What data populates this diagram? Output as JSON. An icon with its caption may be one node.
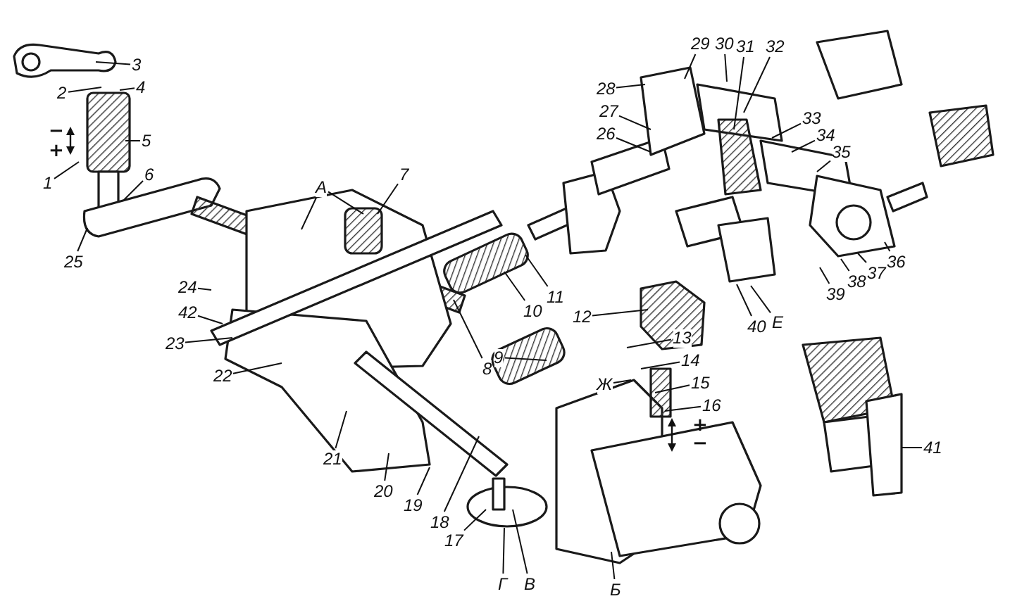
{
  "diagram": {
    "nodes": [
      {
        "text": [
          "1"
        ]
      },
      {
        "text": [
          "2"
        ]
      },
      {
        "text": [
          "3"
        ]
      },
      {
        "text": [
          "4"
        ]
      },
      {
        "text": [
          "5"
        ]
      },
      {
        "text": [
          "6"
        ]
      },
      {
        "text": [
          "7"
        ]
      },
      {
        "text": [
          "8"
        ]
      },
      {
        "text": [
          "9"
        ]
      },
      {
        "text": [
          "10"
        ]
      },
      {
        "text": [
          "11"
        ]
      },
      {
        "text": [
          "12"
        ]
      },
      {
        "text": [
          "13"
        ]
      },
      {
        "text": [
          "14"
        ]
      },
      {
        "text": [
          "15"
        ]
      },
      {
        "text": [
          "16"
        ]
      },
      {
        "text": [
          "17"
        ]
      },
      {
        "text": [
          "18"
        ]
      },
      {
        "text": [
          "19"
        ]
      },
      {
        "text": [
          "20"
        ]
      },
      {
        "text": [
          "21"
        ]
      },
      {
        "text": [
          "22"
        ]
      },
      {
        "text": [
          "23"
        ]
      },
      {
        "text": [
          "24"
        ]
      },
      {
        "text": [
          "25"
        ]
      },
      {
        "text": [
          "26"
        ]
      },
      {
        "text": [
          "27"
        ]
      },
      {
        "text": [
          "28"
        ]
      },
      {
        "text": [
          "29"
        ]
      },
      {
        "text": [
          "30"
        ]
      },
      {
        "text": [
          "31"
        ]
      },
      {
        "text": [
          "32"
        ]
      },
      {
        "text": [
          "33"
        ]
      },
      {
        "text": [
          "34"
        ]
      },
      {
        "text": [
          "35"
        ]
      },
      {
        "text": [
          "36"
        ]
      },
      {
        "text": [
          "37"
        ]
      },
      {
        "text": [
          "38"
        ]
      },
      {
        "text": [
          "39"
        ]
      },
      {
        "text": [
          "40"
        ]
      },
      {
        "text": [
          "41"
        ]
      },
      {
        "text": [
          "42"
        ]
      },
      {
        "text": [
          "А"
        ]
      },
      {
        "text": [
          "Б"
        ]
      },
      {
        "text": [
          "В"
        ]
      },
      {
        "text": [
          "Г"
        ]
      },
      {
        "text": [
          "Е"
        ]
      },
      {
        "text": [
          "Ж"
        ]
      }
    ],
    "edges": [
      {
        "from": 0,
        "to": null,
        "arrow": "none"
      },
      {
        "from": 1,
        "to": null,
        "arrow": "none"
      },
      {
        "from": 2,
        "to": null,
        "arrow": "none"
      },
      {
        "from": 3,
        "to": null,
        "arrow": "none"
      },
      {
        "from": 4,
        "to": null,
        "arrow": "none"
      },
      {
        "from": 5,
        "to": null,
        "arrow": "none"
      },
      {
        "from": 6,
        "to": null,
        "arrow": "none"
      },
      {
        "from": 7,
        "to": null,
        "arrow": "none"
      },
      {
        "from": 8,
        "to": null,
        "arrow": "none"
      },
      {
        "from": 9,
        "to": null,
        "arrow": "none"
      },
      {
        "from": 10,
        "to": null,
        "arrow": "none"
      },
      {
        "from": 11,
        "to": null,
        "arrow": "none"
      },
      {
        "from": 12,
        "to": null,
        "arrow": "none"
      },
      {
        "from": 13,
        "to": null,
        "arrow": "none"
      },
      {
        "from": 14,
        "to": null,
        "arrow": "none"
      },
      {
        "from": 15,
        "to": null,
        "arrow": "none"
      },
      {
        "from": 16,
        "to": null,
        "arrow": "none"
      },
      {
        "from": 17,
        "to": null,
        "arrow": "none"
      },
      {
        "from": 18,
        "to": null,
        "arrow": "none"
      },
      {
        "from": 19,
        "to": null,
        "arrow": "none"
      },
      {
        "from": 20,
        "to": null,
        "arrow": "none"
      },
      {
        "from": 21,
        "to": null,
        "arrow": "none"
      },
      {
        "from": 22,
        "to": null,
        "arrow": "none"
      },
      {
        "from": 23,
        "to": null,
        "arrow": "none"
      },
      {
        "from": 24,
        "to": null,
        "arrow": "none"
      },
      {
        "from": 25,
        "to": null,
        "arrow": "none"
      },
      {
        "from": 26,
        "to": null,
        "arrow": "none"
      },
      {
        "from": 27,
        "to": null,
        "arrow": "none"
      },
      {
        "from": 28,
        "to": null,
        "arrow": "none"
      },
      {
        "from": 29,
        "to": null,
        "arrow": "none"
      },
      {
        "from": 30,
        "to": null,
        "arrow": "none"
      },
      {
        "from": 31,
        "to": null,
        "arrow": "none"
      },
      {
        "from": 32,
        "to": null,
        "arrow": "none"
      },
      {
        "from": 33,
        "to": null,
        "arrow": "none"
      },
      {
        "from": 34,
        "to": null,
        "arrow": "none"
      },
      {
        "from": 35,
        "to": null,
        "arrow": "none"
      },
      {
        "from": 36,
        "to": null,
        "arrow": "none"
      },
      {
        "from": 37,
        "to": null,
        "arrow": "none"
      },
      {
        "from": 38,
        "to": null,
        "arrow": "none"
      },
      {
        "from": 39,
        "to": null,
        "arrow": "none"
      },
      {
        "from": 40,
        "to": null,
        "arrow": "none"
      },
      {
        "from": 41,
        "to": null,
        "arrow": "none"
      },
      {
        "from": 42,
        "to": null,
        "arrow": "none"
      },
      {
        "from": 43,
        "to": null,
        "arrow": "none"
      },
      {
        "from": 44,
        "to": null,
        "arrow": "none"
      },
      {
        "from": 45,
        "to": null,
        "arrow": "none"
      },
      {
        "from": 46,
        "to": null,
        "arrow": "none"
      },
      {
        "from": 47,
        "to": null,
        "arrow": "none"
      },
      {
        "from": 42,
        "to": null,
        "arrow": "none"
      }
    ],
    "labels": [
      "−",
      "+",
      "+",
      "−"
    ]
  }
}
